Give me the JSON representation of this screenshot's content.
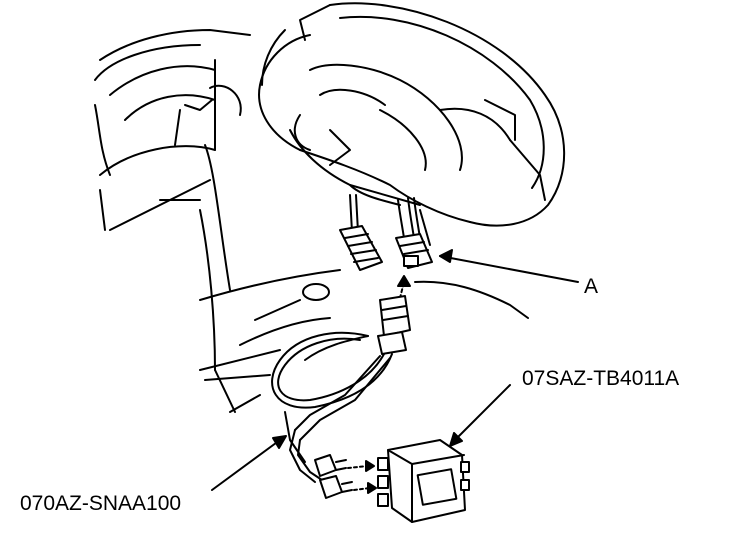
{
  "diagram": {
    "labels": {
      "connector_a": "A",
      "tool_part_number": "07SAZ-TB4011A",
      "harness_part_number": "070AZ-SNAA100"
    },
    "colors": {
      "line": "#000000",
      "background": "#ffffff",
      "fill": "#ffffff"
    }
  }
}
